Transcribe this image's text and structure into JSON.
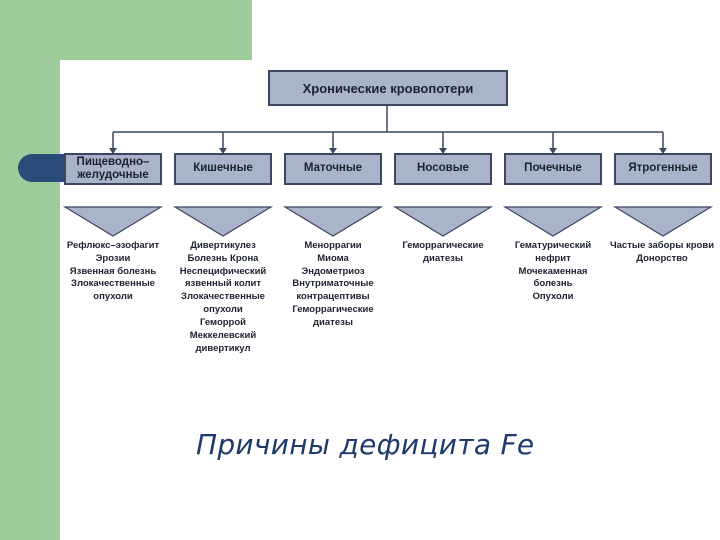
{
  "root": {
    "label": "Хронические кровопотери"
  },
  "categories": [
    {
      "label": "Пищеводно–желудочные",
      "items": [
        "Рефлюкс–эзофагит",
        "Эрозии",
        "Язвенная болезнь",
        "Злокачественные",
        "опухоли"
      ]
    },
    {
      "label": "Кишечные",
      "items": [
        "Дивертикулез",
        "Болезнь Крона",
        "Неспецифический",
        "язвенный колит",
        "Злокачественные",
        "опухоли",
        "Геморрой",
        "Меккелевский",
        "дивертикул"
      ]
    },
    {
      "label": "Маточные",
      "items": [
        "Меноррагии",
        "Миома",
        "Эндометриоз",
        "Внутриматочные",
        "контрацептивы",
        "Геморрагические",
        "диатезы"
      ]
    },
    {
      "label": "Носовые",
      "items": [
        "Геморрагические",
        "диатезы"
      ]
    },
    {
      "label": "Почечные",
      "items": [
        "Гематурический",
        "нефрит",
        "Мочекаменная",
        "болезнь",
        "Опухоли"
      ]
    },
    {
      "label": "Ятрогенные",
      "items": [
        "Частые заборы крови",
        "Донорство"
      ]
    }
  ],
  "caption": "Причины дефицита Fe",
  "colors": {
    "green": "#9ccc9a",
    "box_fill": "#a9b3c9",
    "box_border": "#3c4660",
    "tab": "#2c4a7a",
    "caption": "#1f3b6a"
  }
}
